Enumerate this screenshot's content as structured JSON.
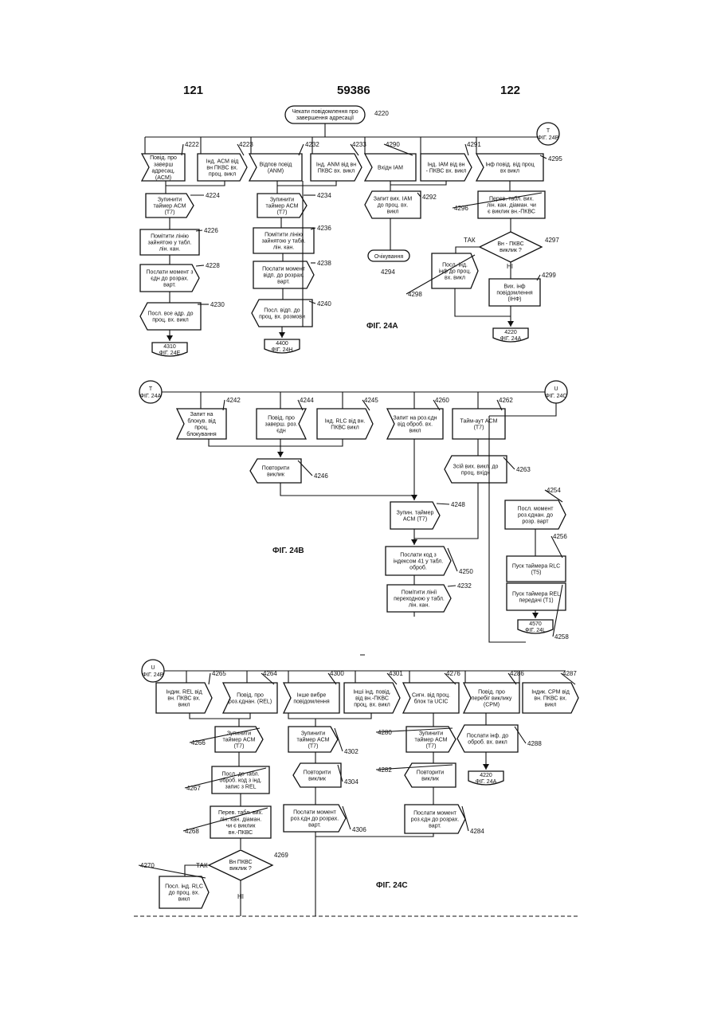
{
  "header": {
    "left": "121",
    "center": "59386",
    "right": "122"
  },
  "fig_a": {
    "caption": "ФІГ. 24А",
    "start": {
      "label": "Чекати повідомлення про завершення адресації",
      "ref": "4220"
    },
    "connector_t": {
      "letter": "Т",
      "ref": "ФІГ. 24В"
    },
    "boxes": [
      {
        "ref": "4222",
        "text": "Повід. про заверш адресац. (ACM)"
      },
      {
        "ref": "4223",
        "text": "Інд. ACM від вн ПКВС вх. проц. викл"
      },
      {
        "ref": "4232",
        "text": "Відпов повід (ANM)"
      },
      {
        "ref": "4233",
        "text": "Інд. ANM від вн ПКВС вх. викл"
      },
      {
        "ref": "4290",
        "text": "Вхідн IAM"
      },
      {
        "ref": "4291",
        "text": "Інд. IAM від вн - ПКВС вх. викл"
      },
      {
        "ref": "4295",
        "text": "Інф повід. від проц вх викл"
      },
      {
        "ref": "4224",
        "text": "Зупинити таймер ACM (T7)"
      },
      {
        "ref": "4226",
        "text": "Помітити лінію зайнятою у табл. лін. кан."
      },
      {
        "ref": "4228",
        "text": "Послати момент з єдн до розрах. варт."
      },
      {
        "ref": "4230",
        "text": "Посл. все адр. до проц. вх. викл"
      },
      {
        "ref": "4234",
        "text": "Зупинити таймер ACM (T7)"
      },
      {
        "ref": "4236",
        "text": "Помітити лінію зайнятою у табл. лін. кан."
      },
      {
        "ref": "4238",
        "text": "Послати момент відп. до розрах. варт."
      },
      {
        "ref": "4240",
        "text": "Посл. відп. до проц. вх. розмови"
      },
      {
        "ref": "4292",
        "text": "Запит вих. IAM до проц. вх. викл"
      },
      {
        "ref": "4294",
        "text": "Очікування"
      },
      {
        "ref": "4296",
        "text": "Перев. табл. вих. лін. кан. діаман. чи є виклик вн.-ПКВС"
      },
      {
        "ref": "4297",
        "text": "Вн - ПКВС виклик ?"
      },
      {
        "ref": "4298",
        "text": "Посл. інд. інф до проц. вх. викл"
      },
      {
        "ref": "4299",
        "text": "Вих. інф повідомлення (ІНФ)"
      }
    ],
    "yes": "ТАК",
    "no": "НІ",
    "off_4310": {
      "ref": "4310",
      "fig": "ФІГ. 24Е"
    },
    "off_4400": {
      "ref": "4400",
      "fig": "ФІГ. 24Н"
    },
    "off_4220": {
      "ref": "4220",
      "fig": "ФІГ. 24А"
    }
  },
  "fig_b": {
    "caption": "ФІГ. 24В",
    "conn_t": {
      "letter": "Т",
      "ref": "ФІГ. 24А"
    },
    "conn_u": {
      "letter": "U",
      "ref": "ФІГ. 24С"
    },
    "boxes": [
      {
        "ref": "4242",
        "text": "Запит на блокув. від проц. блокування"
      },
      {
        "ref": "4244",
        "text": "Повід. про заверш. роз. єдн"
      },
      {
        "ref": "4245",
        "text": "Інд. RLC від вн. ПКВС викл"
      },
      {
        "ref": "4260",
        "text": "Запит на роз.єдн від оброб. вх. викл"
      },
      {
        "ref": "4262",
        "text": "Тайм-аут ACM (T7)"
      },
      {
        "ref": "4246",
        "text": "Повторити виклик"
      },
      {
        "ref": "4263",
        "text": "Зсій вих. викл. до проц. вхідн"
      },
      {
        "ref": "4248",
        "text": "Зупин. таймер ACM (T7)"
      },
      {
        "ref": "4254",
        "text": "Посл. момент роз.єднан. до розр. варт"
      },
      {
        "ref": "4250",
        "text": "Послати код з індексом 41 у табл. оброб."
      },
      {
        "ref": "4256",
        "text": "Пуск таймера RLC (T5)"
      },
      {
        "ref": "4232",
        "text": "Помітити лінії переходною у табл. лін. кан."
      },
      {
        "ref": "4258",
        "text": "Пуск таймера REL передачі (T1)"
      }
    ],
    "off_4570": {
      "ref": "4570",
      "fig": "ФІГ. 24L"
    }
  },
  "fig_c": {
    "caption": "ФІГ. 24С",
    "conn_u": {
      "letter": "U",
      "ref": "ФІГ. 24В"
    },
    "boxes": [
      {
        "ref": "4265",
        "text": "Індик. REL від вн. ПКВС вх. викл"
      },
      {
        "ref": "4264",
        "text": "Повід. про роз.єднан. (REL)"
      },
      {
        "ref": "4300",
        "text": "Інше вибре повідомлення"
      },
      {
        "ref": "4301",
        "text": "Інші інд. повід. від вн.-ПКВС проц. вх. викл"
      },
      {
        "ref": "4276",
        "text": "Сигн. від проц. блок та UCIC"
      },
      {
        "ref": "4286",
        "text": "Повід. про перебіг виклику (CPM)"
      },
      {
        "ref": "4287",
        "text": "Індик. CPM від вн. ПКВС вх. викл"
      },
      {
        "ref": "4266",
        "text": "Зупинити таймер ACM (T7)"
      },
      {
        "ref": "4302",
        "text": "Зупинити таймер ACM (T7)"
      },
      {
        "ref": "4280",
        "text": "Зупинити таймер ACM (T7)"
      },
      {
        "ref": "4288",
        "text": "Послати інф. до оброб. вх. викл"
      },
      {
        "ref": "4267",
        "text": "Посл. до табл. оброб. код з інд. запис з REL"
      },
      {
        "ref": "4304",
        "text": "Повторити виклик"
      },
      {
        "ref": "4282",
        "text": "Повторити виклик"
      },
      {
        "ref": "4268",
        "text": "Перев. табл. вих. лін. кан. діаман. чи є виклик вн.-ПКВС"
      },
      {
        "ref": "4306",
        "text": "Послати момент роз.єдн до розрах. варт."
      },
      {
        "ref": "4284",
        "text": "Послати момент роз.єдн до розрах. варт."
      },
      {
        "ref": "4269",
        "text": "Вн ПКВС виклик ?"
      },
      {
        "ref": "4270",
        "text": "Посл. інд. RLC до проц. вх. викл"
      }
    ],
    "yes": "ТАК",
    "no": "НІ",
    "off_4220": {
      "ref": "4220",
      "fig": "ФІГ. 24А"
    }
  }
}
